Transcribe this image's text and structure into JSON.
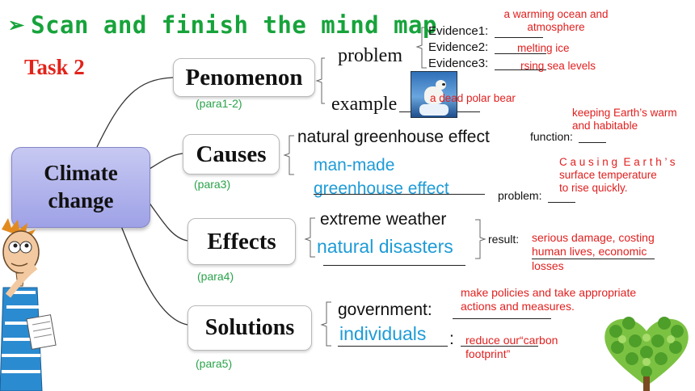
{
  "title": "Scan and finish the mind map",
  "task_label": "Task 2",
  "center": {
    "line1": "Climate",
    "line2": "change"
  },
  "phenomenon": {
    "label": "Penomenon",
    "para": "(para1-2)",
    "problem_label": "problem",
    "example_label": "example",
    "evidence": [
      {
        "label": "Evidence1:",
        "answer_line1": "a warming ocean and",
        "answer_line2": "atmosphere"
      },
      {
        "label": "Evidence2:",
        "answer": "melting ice"
      },
      {
        "label": "Evidence3:",
        "answer": "rsing sea levels"
      }
    ],
    "example_answer": "a dead polar bear"
  },
  "causes": {
    "label": "Causes",
    "para": "(para3)",
    "natural": "natural greenhouse effect",
    "function_label": "function:",
    "function_answer_line1": "keeping Earth’s warm",
    "function_answer_line2": "and habitable",
    "manmade_line1": "man-made",
    "manmade_line2": "greenhouse effect",
    "problem_label": "problem:",
    "problem_answer_line1": "C a u s i n g  E a r t h ’ s",
    "problem_answer_line2": "surface temperature",
    "problem_answer_line3": "to rise quickly."
  },
  "effects": {
    "label": "Effects",
    "para": "(para4)",
    "item1": "extreme weather",
    "item2": "natural disasters",
    "result_label": "result:",
    "result_line1": "serious damage, costing",
    "result_line2": "human lives, economic",
    "result_line3": "losses"
  },
  "solutions": {
    "label": "Solutions",
    "para": "(para5)",
    "government_label": "government:",
    "government_answer_line1": "make policies and take appropriate",
    "government_answer_line2": "actions and measures.",
    "individuals_label": "individuals",
    "colon": ":",
    "individuals_answer_line1": "reduce our“carbon",
    "individuals_answer_line2": "footprint”"
  },
  "icons": [
    "arrow-bullet-icon",
    "polar-bear-image",
    "cartoon-boy-image",
    "heart-tree-image"
  ],
  "colors": {
    "title_green": "#17a33b",
    "task_red": "#e2231a",
    "answer_red": "#e1201f",
    "para_green": "#2aa34a",
    "answer_blue": "#1e9bd7",
    "center_fill": "#b4b6ec"
  }
}
